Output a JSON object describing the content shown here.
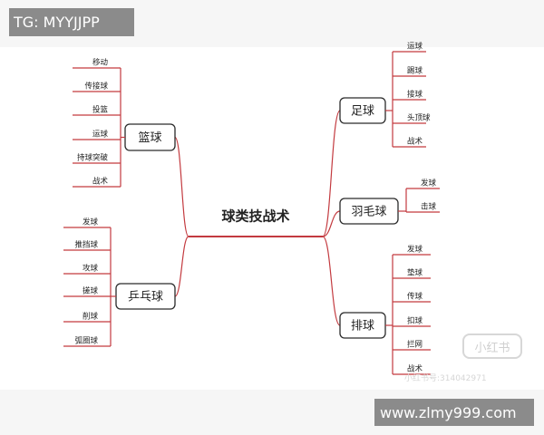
{
  "diagram": {
    "root": "球类技战术",
    "branches": [
      {
        "label": "篮球",
        "children": [
          "移动",
          "传接球",
          "投篮",
          "运球",
          "持球突破",
          "战术"
        ]
      },
      {
        "label": "乒乓球",
        "children": [
          "发球",
          "推挡球",
          "攻球",
          "搓球",
          "削球",
          "弧圈球"
        ]
      },
      {
        "label": "足球",
        "children": [
          "运球",
          "踢球",
          "接球",
          "头顶球",
          "战术"
        ]
      },
      {
        "label": "羽毛球",
        "children": [
          "发球",
          "击球"
        ]
      },
      {
        "label": "排球",
        "children": [
          "发球",
          "垫球",
          "传球",
          "扣球",
          "拦网",
          "战术"
        ]
      }
    ]
  },
  "overlays": {
    "tg": "TG: MYYJJPP",
    "url": "www.zlmy999.com",
    "logo": "小红书",
    "account": "小红书号:314042971"
  },
  "colors": {
    "line": "#c33a3f",
    "box_border": "#2a2a2a",
    "text": "#222222"
  }
}
